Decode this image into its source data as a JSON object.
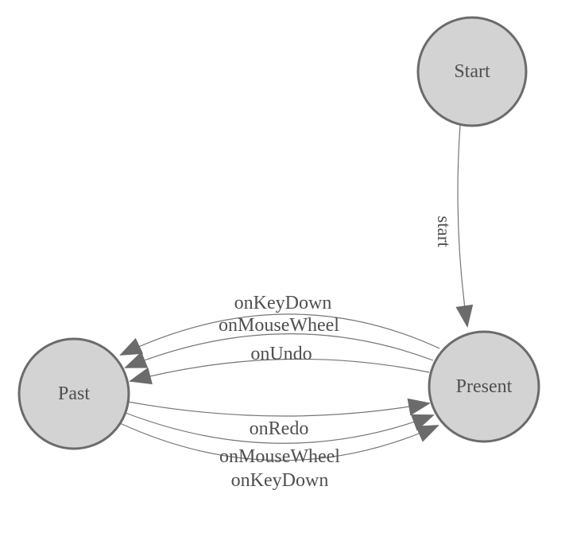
{
  "diagram": {
    "type": "state-machine",
    "colors": {
      "background": "#ffffff",
      "node_fill": "#d3d3d3",
      "node_stroke": "#6b6b6b",
      "edge_stroke": "#757575",
      "arrow_fill": "#6b6b6b",
      "label_text": "#4f4f4f"
    },
    "nodes": [
      {
        "id": "start",
        "label": "Start"
      },
      {
        "id": "past",
        "label": "Past"
      },
      {
        "id": "present",
        "label": "Present"
      }
    ],
    "edges": [
      {
        "id": "start-to-present",
        "from": "Start",
        "to": "Present",
        "label": "start"
      },
      {
        "id": "present-to-past-keydown",
        "from": "Present",
        "to": "Past",
        "label": "onKeyDown"
      },
      {
        "id": "present-to-past-mousewheel",
        "from": "Present",
        "to": "Past",
        "label": "onMouseWheel"
      },
      {
        "id": "present-to-past-undo",
        "from": "Present",
        "to": "Past",
        "label": "onUndo"
      },
      {
        "id": "past-to-present-redo",
        "from": "Past",
        "to": "Present",
        "label": "onRedo"
      },
      {
        "id": "past-to-present-mousewheel",
        "from": "Past",
        "to": "Present",
        "label": "onMouseWheel"
      },
      {
        "id": "past-to-present-keydown",
        "from": "Past",
        "to": "Present",
        "label": "onKeyDown"
      }
    ]
  }
}
